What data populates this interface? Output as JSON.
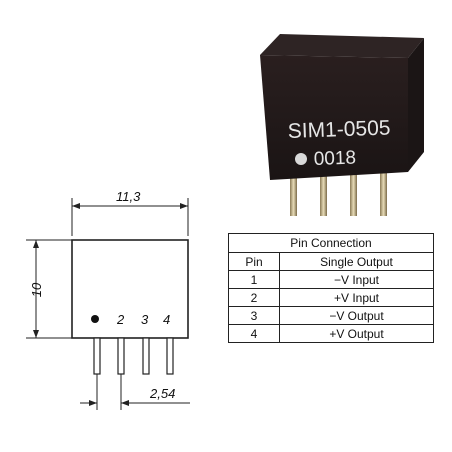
{
  "photo": {
    "part_number": "SIM1-0505",
    "date_code": "0018"
  },
  "drawing": {
    "width_dim": "11,3",
    "height_dim": "10",
    "pitch_dim": "2,54",
    "pin_labels": [
      "2",
      "3",
      "4"
    ]
  },
  "table": {
    "title": "Pin Connection",
    "headers": [
      "Pin",
      "Single Output"
    ],
    "rows": [
      {
        "pin": "1",
        "output": "−V Input"
      },
      {
        "pin": "2",
        "output": "+V Input"
      },
      {
        "pin": "3",
        "output": "−V Output"
      },
      {
        "pin": "4",
        "output": "+V Output"
      }
    ]
  }
}
